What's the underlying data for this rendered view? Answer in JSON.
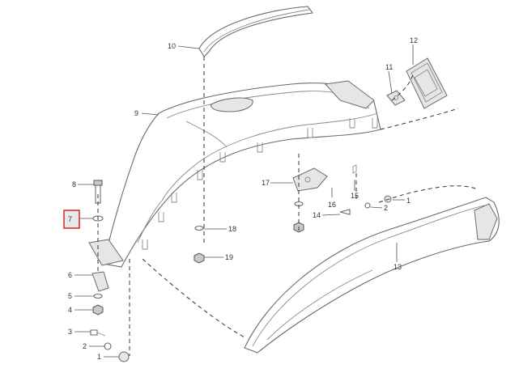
{
  "diagram": {
    "callouts": [
      {
        "id": "c10",
        "text": "10"
      },
      {
        "id": "c12",
        "text": "12"
      },
      {
        "id": "c11",
        "text": "11"
      },
      {
        "id": "c9",
        "text": "9"
      },
      {
        "id": "c8",
        "text": "8"
      },
      {
        "id": "c7",
        "text": "7",
        "highlighted": true
      },
      {
        "id": "c17",
        "text": "17"
      },
      {
        "id": "c16",
        "text": "16"
      },
      {
        "id": "c15",
        "text": "15"
      },
      {
        "id": "c1a",
        "text": "1"
      },
      {
        "id": "c2a",
        "text": "2"
      },
      {
        "id": "c14",
        "text": "14"
      },
      {
        "id": "c18",
        "text": "18"
      },
      {
        "id": "c19",
        "text": "19"
      },
      {
        "id": "c13",
        "text": "13"
      },
      {
        "id": "c6",
        "text": "6"
      },
      {
        "id": "c5",
        "text": "5"
      },
      {
        "id": "c4",
        "text": "4"
      },
      {
        "id": "c3",
        "text": "3"
      },
      {
        "id": "c2b",
        "text": "2"
      },
      {
        "id": "c1b",
        "text": "1"
      }
    ],
    "colors": {
      "line": "#6a6a6a",
      "highlight_border": "#e0302a",
      "highlight_fill": "#e8e8e8"
    }
  }
}
